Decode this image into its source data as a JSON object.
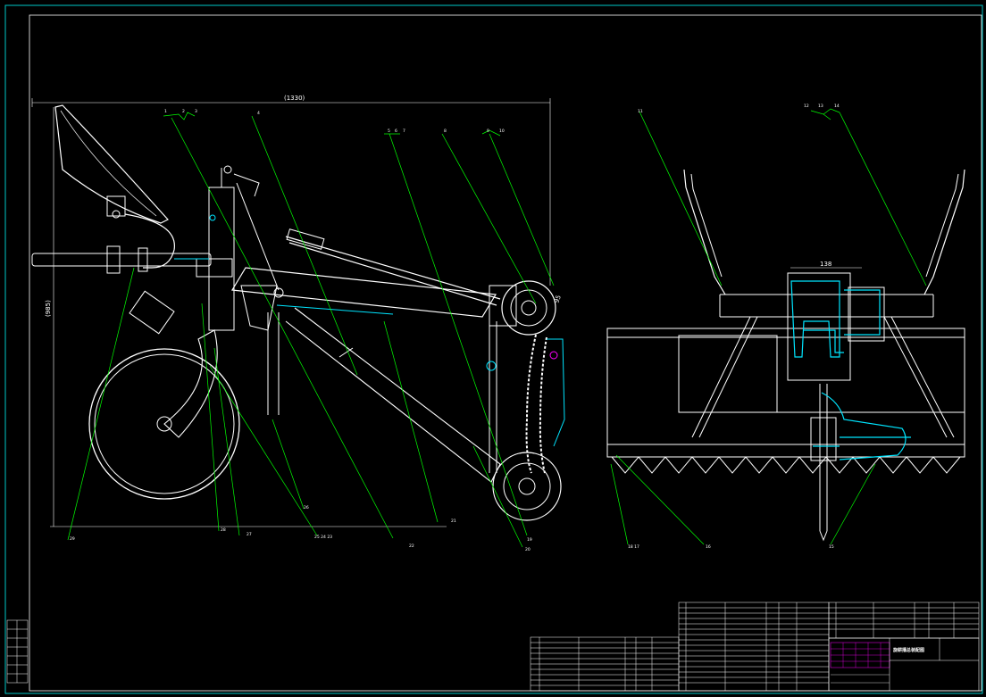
{
  "drawing": {
    "title": "旋耕播总装配图",
    "dimensions": {
      "overall_length": "(1330)",
      "overall_height": "(985)",
      "frame_width": "138",
      "small_dim": "95"
    },
    "callouts_left": [
      "1",
      "2",
      "3",
      "4",
      "5",
      "6",
      "7",
      "8",
      "9",
      "10",
      "29",
      "28",
      "27",
      "26",
      "25 24 23",
      "22",
      "21",
      "20",
      "19"
    ],
    "callouts_right": [
      "11",
      "12",
      "13",
      "14",
      "15",
      "16",
      "18 17"
    ]
  },
  "colors": {
    "background": "#000000",
    "line_white": "#ffffff",
    "leader_green": "#00ff00",
    "section_cyan": "#00e5ff",
    "border_cyan": "#00c8c8",
    "title_magenta": "#ff00ff"
  }
}
